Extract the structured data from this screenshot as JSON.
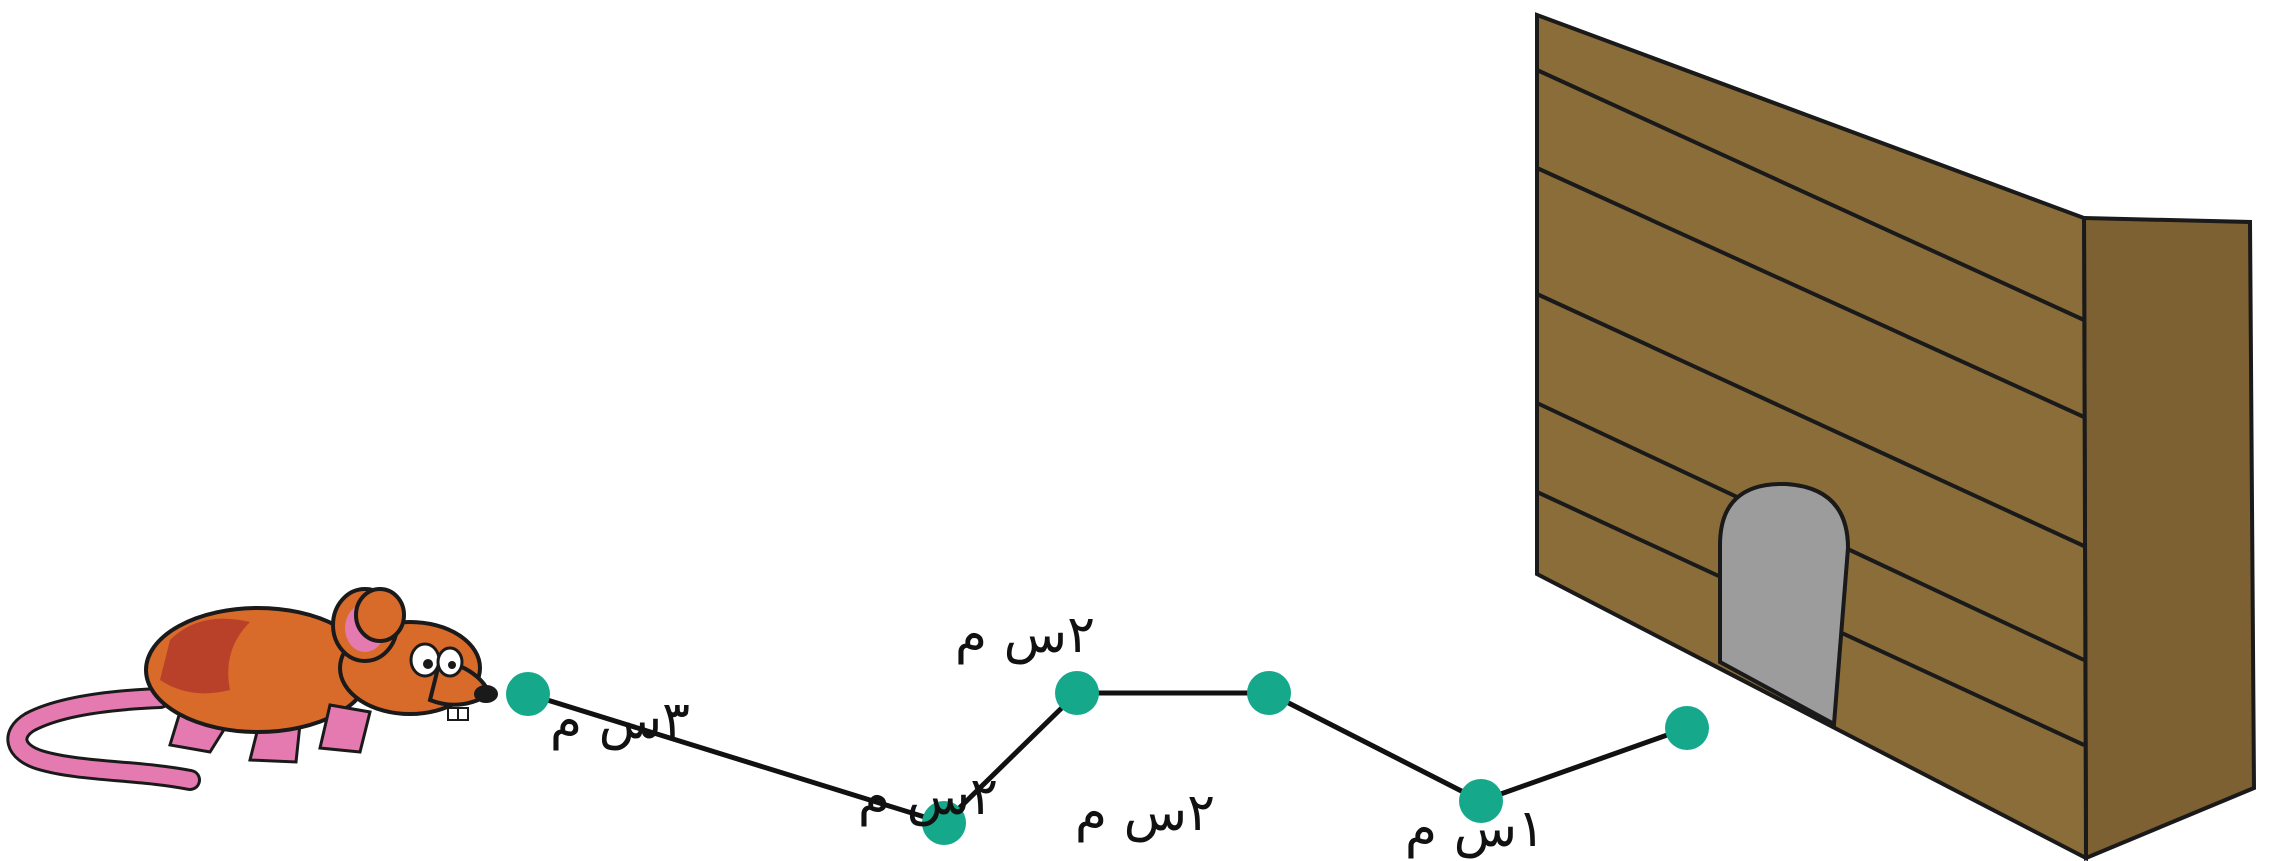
{
  "colors": {
    "path_node": "#15a88a",
    "path_line": "#111111",
    "wall_front": "#8b6d39",
    "wall_side": "#7d6133",
    "wall_outline": "#1a1a1a",
    "door": "#9c9c9c",
    "mouse_body": "#d86a2a",
    "mouse_patch": "#b9412a",
    "mouse_tail": "#e47ab0"
  },
  "path": {
    "segments": [
      {
        "label": "٣س م"
      },
      {
        "label": "٢س م"
      },
      {
        "label": "٢س م"
      },
      {
        "label": "٢س م"
      },
      {
        "label": "١س م"
      }
    ]
  },
  "icons": {
    "mouse": "cartoon-mouse",
    "wall": "wooden-wall",
    "door": "mouse-hole"
  }
}
